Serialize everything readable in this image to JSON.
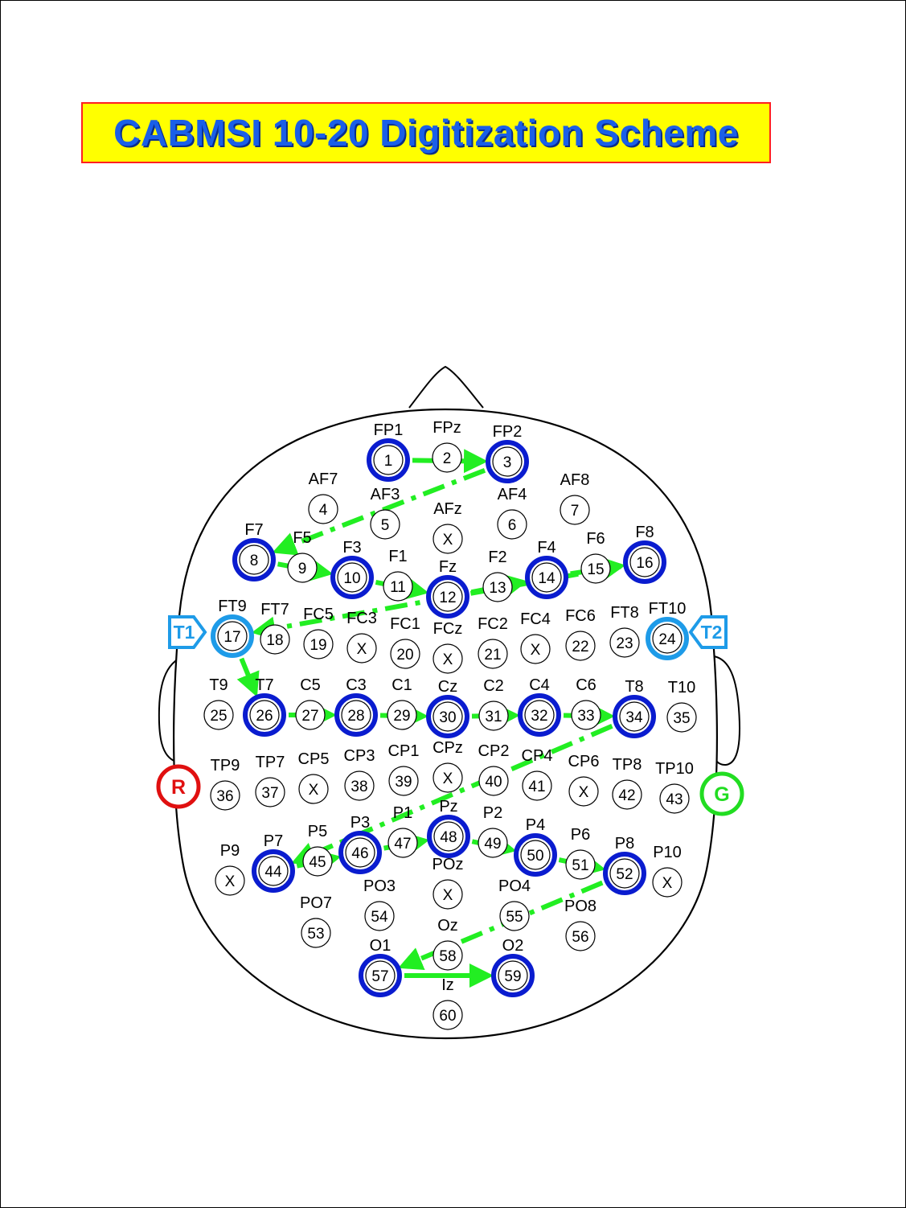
{
  "title": "CABMSI 10-20 Digitization Scheme",
  "colors": {
    "title_background": "#ffff00",
    "title_border": "#ff2020",
    "title_text": "#1a5fe8",
    "primary_ring": "#0a1ccf",
    "temporal_ring": "#1e9be8",
    "path": "#22ee22",
    "reference": "#e01010",
    "ground": "#22dd22"
  },
  "electrodes": [
    {
      "label": "FP1",
      "num": "1",
      "ring": "primary"
    },
    {
      "label": "FPz",
      "num": "2",
      "ring": "none"
    },
    {
      "label": "FP2",
      "num": "3",
      "ring": "primary"
    },
    {
      "label": "AF7",
      "num": "4",
      "ring": "none"
    },
    {
      "label": "AF3",
      "num": "5",
      "ring": "none"
    },
    {
      "label": "AFz",
      "num": "X",
      "ring": "none"
    },
    {
      "label": "AF4",
      "num": "6",
      "ring": "none"
    },
    {
      "label": "AF8",
      "num": "7",
      "ring": "none"
    },
    {
      "label": "F7",
      "num": "8",
      "ring": "primary"
    },
    {
      "label": "F5",
      "num": "9",
      "ring": "none"
    },
    {
      "label": "F3",
      "num": "10",
      "ring": "primary"
    },
    {
      "label": "F1",
      "num": "11",
      "ring": "none"
    },
    {
      "label": "Fz",
      "num": "12",
      "ring": "primary"
    },
    {
      "label": "F2",
      "num": "13",
      "ring": "none"
    },
    {
      "label": "F4",
      "num": "14",
      "ring": "primary"
    },
    {
      "label": "F6",
      "num": "15",
      "ring": "none"
    },
    {
      "label": "F8",
      "num": "16",
      "ring": "primary"
    },
    {
      "label": "FT9",
      "num": "17",
      "ring": "temporal"
    },
    {
      "label": "FT7",
      "num": "18",
      "ring": "none"
    },
    {
      "label": "FC5",
      "num": "19",
      "ring": "none"
    },
    {
      "label": "FC3",
      "num": "X",
      "ring": "none"
    },
    {
      "label": "FC1",
      "num": "20",
      "ring": "none"
    },
    {
      "label": "FCz",
      "num": "X",
      "ring": "none"
    },
    {
      "label": "FC2",
      "num": "21",
      "ring": "none"
    },
    {
      "label": "FC4",
      "num": "X",
      "ring": "none"
    },
    {
      "label": "FC6",
      "num": "22",
      "ring": "none"
    },
    {
      "label": "FT8",
      "num": "23",
      "ring": "none"
    },
    {
      "label": "FT10",
      "num": "24",
      "ring": "temporal"
    },
    {
      "label": "T9",
      "num": "25",
      "ring": "none"
    },
    {
      "label": "T7",
      "num": "26",
      "ring": "primary"
    },
    {
      "label": "C5",
      "num": "27",
      "ring": "none"
    },
    {
      "label": "C3",
      "num": "28",
      "ring": "primary"
    },
    {
      "label": "C1",
      "num": "29",
      "ring": "none"
    },
    {
      "label": "Cz",
      "num": "30",
      "ring": "primary"
    },
    {
      "label": "C2",
      "num": "31",
      "ring": "none"
    },
    {
      "label": "C4",
      "num": "32",
      "ring": "primary"
    },
    {
      "label": "C6",
      "num": "33",
      "ring": "none"
    },
    {
      "label": "T8",
      "num": "34",
      "ring": "primary"
    },
    {
      "label": "T10",
      "num": "35",
      "ring": "none"
    },
    {
      "label": "TP9",
      "num": "36",
      "ring": "none"
    },
    {
      "label": "TP7",
      "num": "37",
      "ring": "none"
    },
    {
      "label": "CP5",
      "num": "X",
      "ring": "none"
    },
    {
      "label": "CP3",
      "num": "38",
      "ring": "none"
    },
    {
      "label": "CP1",
      "num": "39",
      "ring": "none"
    },
    {
      "label": "CPz",
      "num": "X",
      "ring": "none"
    },
    {
      "label": "CP2",
      "num": "40",
      "ring": "none"
    },
    {
      "label": "CP4",
      "num": "41",
      "ring": "none"
    },
    {
      "label": "CP6",
      "num": "X",
      "ring": "none"
    },
    {
      "label": "TP8",
      "num": "42",
      "ring": "none"
    },
    {
      "label": "TP10",
      "num": "43",
      "ring": "none"
    },
    {
      "label": "P9",
      "num": "X",
      "ring": "none"
    },
    {
      "label": "P7",
      "num": "44",
      "ring": "primary"
    },
    {
      "label": "P5",
      "num": "45",
      "ring": "none"
    },
    {
      "label": "P3",
      "num": "46",
      "ring": "primary"
    },
    {
      "label": "P1",
      "num": "47",
      "ring": "none"
    },
    {
      "label": "Pz",
      "num": "48",
      "ring": "primary"
    },
    {
      "label": "P2",
      "num": "49",
      "ring": "none"
    },
    {
      "label": "P4",
      "num": "50",
      "ring": "primary"
    },
    {
      "label": "P6",
      "num": "51",
      "ring": "none"
    },
    {
      "label": "P8",
      "num": "52",
      "ring": "primary"
    },
    {
      "label": "P10",
      "num": "X",
      "ring": "none"
    },
    {
      "label": "POz",
      "num": "X",
      "ring": "none"
    },
    {
      "label": "PO7",
      "num": "53",
      "ring": "none"
    },
    {
      "label": "PO3",
      "num": "54",
      "ring": "none"
    },
    {
      "label": "PO4",
      "num": "55",
      "ring": "none"
    },
    {
      "label": "PO8",
      "num": "56",
      "ring": "none"
    },
    {
      "label": "O1",
      "num": "57",
      "ring": "primary"
    },
    {
      "label": "Oz",
      "num": "58",
      "ring": "none"
    },
    {
      "label": "O2",
      "num": "59",
      "ring": "primary"
    },
    {
      "label": "Iz",
      "num": "60",
      "ring": "none"
    }
  ],
  "markers": {
    "left_temporal": "T1",
    "right_temporal": "T2",
    "reference": "R",
    "ground": "G"
  },
  "path": [
    {
      "from": "1",
      "to": "3",
      "style": "solid"
    },
    {
      "from": "3",
      "to": "8",
      "style": "dashed"
    },
    {
      "from": "8",
      "to": "10",
      "style": "solid"
    },
    {
      "from": "10",
      "to": "12",
      "style": "solid"
    },
    {
      "from": "12",
      "to": "14",
      "style": "solid"
    },
    {
      "from": "14",
      "to": "16",
      "style": "solid"
    },
    {
      "from": "16",
      "to": "17",
      "style": "dashed"
    },
    {
      "from": "17",
      "to": "26",
      "style": "solid"
    },
    {
      "from": "26",
      "to": "28",
      "style": "solid"
    },
    {
      "from": "28",
      "to": "30",
      "style": "solid"
    },
    {
      "from": "30",
      "to": "32",
      "style": "solid"
    },
    {
      "from": "32",
      "to": "34",
      "style": "solid"
    },
    {
      "from": "34",
      "to": "44",
      "style": "dashed"
    },
    {
      "from": "44",
      "to": "46",
      "style": "solid"
    },
    {
      "from": "46",
      "to": "48",
      "style": "solid"
    },
    {
      "from": "48",
      "to": "50",
      "style": "solid"
    },
    {
      "from": "50",
      "to": "52",
      "style": "solid"
    },
    {
      "from": "52",
      "to": "57",
      "style": "dashed"
    },
    {
      "from": "57",
      "to": "59",
      "style": "solid"
    }
  ]
}
